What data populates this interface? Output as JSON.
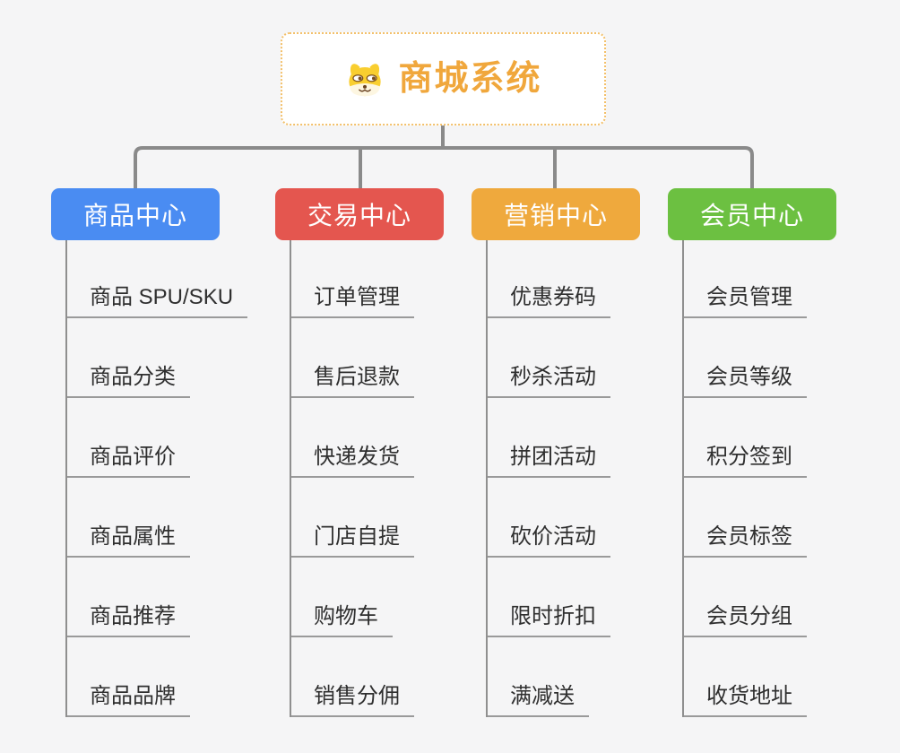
{
  "root": {
    "title": "商城系统",
    "icon": "dog-face-icon",
    "title_color": "#F0A73C",
    "card_border_color": "#F3C06A",
    "card_background": "#FFFFFF"
  },
  "branches": [
    {
      "id": "product",
      "label": "商品中心",
      "color": "#4A8CF2",
      "children": [
        "商品 SPU/SKU",
        "商品分类",
        "商品评价",
        "商品属性",
        "商品推荐",
        "商品品牌"
      ]
    },
    {
      "id": "trade",
      "label": "交易中心",
      "color": "#E4564F",
      "children": [
        "订单管理",
        "售后退款",
        "快递发货",
        "门店自提",
        "购物车",
        "销售分佣"
      ]
    },
    {
      "id": "marketing",
      "label": "营销中心",
      "color": "#EFA93D",
      "children": [
        "优惠券码",
        "秒杀活动",
        "拼团活动",
        "砍价活动",
        "限时折扣",
        "满减送"
      ]
    },
    {
      "id": "member",
      "label": "会员中心",
      "color": "#6CC041",
      "children": [
        "会员管理",
        "会员等级",
        "积分签到",
        "会员标签",
        "会员分组",
        "收货地址"
      ]
    }
  ],
  "connector_color": "#8A8A8A",
  "line_color": "#9A9A9A",
  "background_color": "#F5F5F6"
}
